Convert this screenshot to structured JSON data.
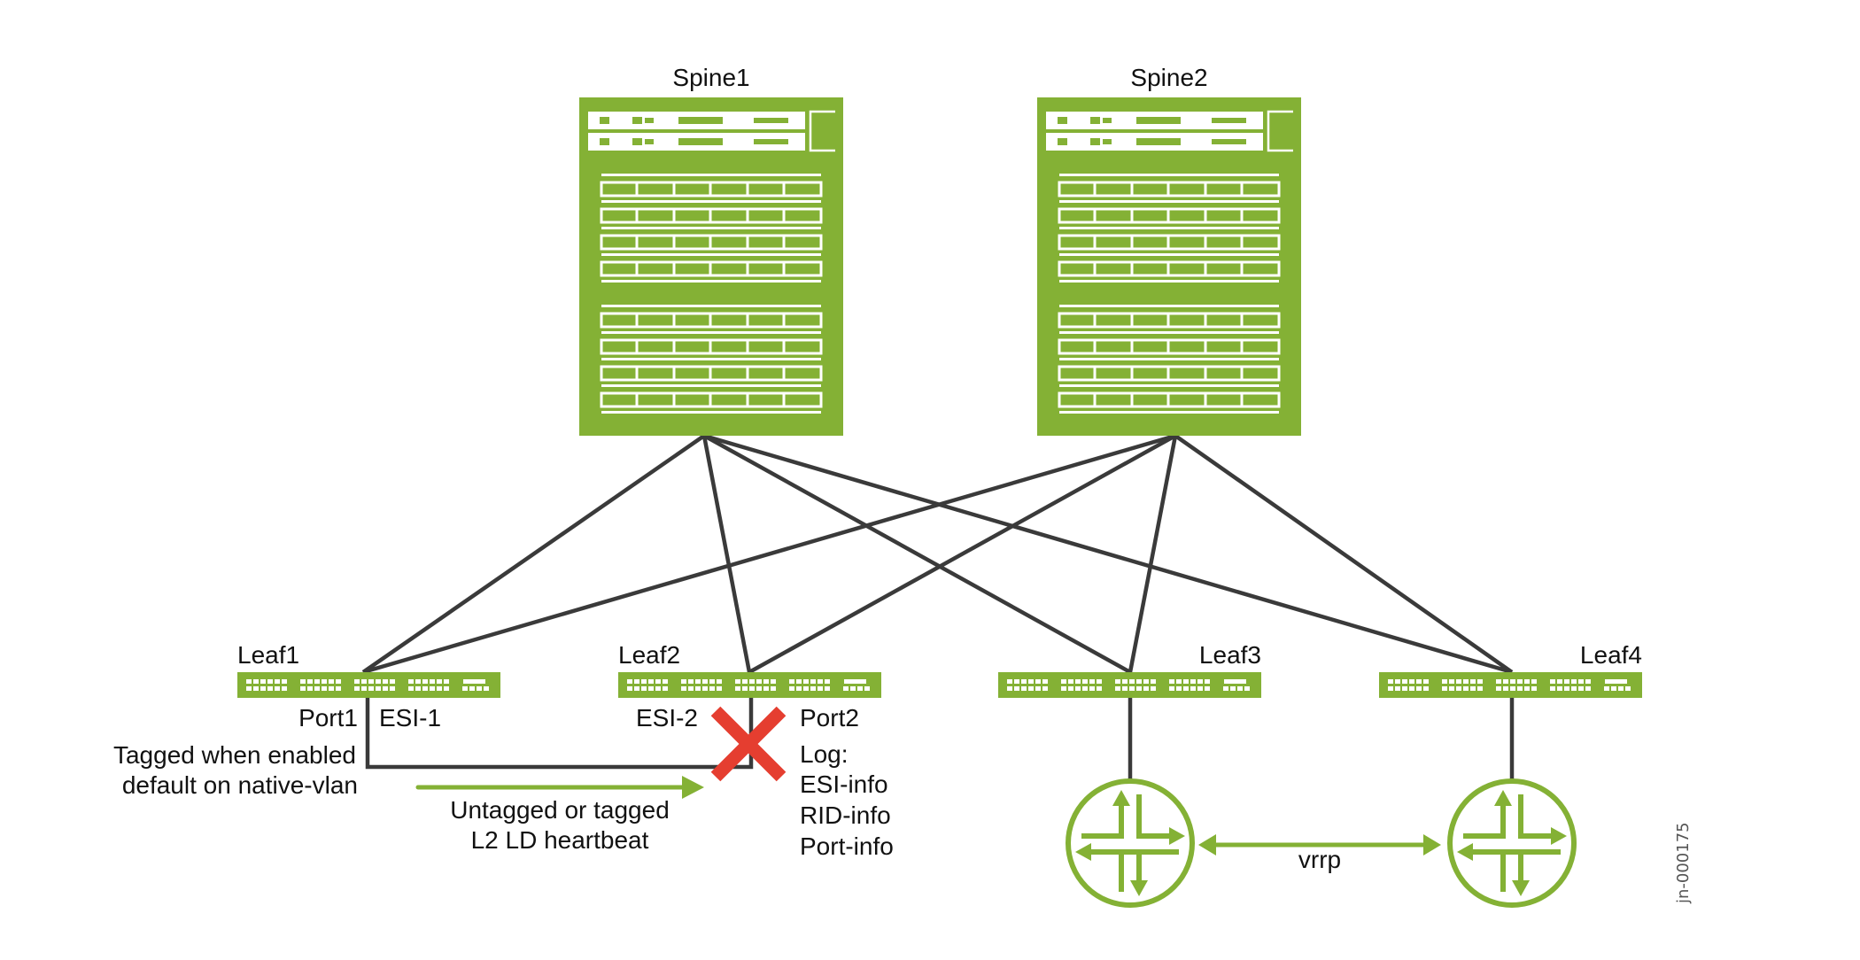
{
  "colors": {
    "device": "#84b135",
    "link": "#3a3a3a",
    "failure": "#e53e30",
    "annotation_arrow": "#84b135",
    "text": "#111111"
  },
  "spines": [
    {
      "id": "spine1",
      "label": "Spine1"
    },
    {
      "id": "spine2",
      "label": "Spine2"
    }
  ],
  "leaves": [
    {
      "id": "leaf1",
      "label": "Leaf1"
    },
    {
      "id": "leaf2",
      "label": "Leaf2"
    },
    {
      "id": "leaf3",
      "label": "Leaf3"
    },
    {
      "id": "leaf4",
      "label": "Leaf4"
    }
  ],
  "fabric_links": [
    [
      "spine1",
      "leaf1"
    ],
    [
      "spine1",
      "leaf2"
    ],
    [
      "spine1",
      "leaf3"
    ],
    [
      "spine1",
      "leaf4"
    ],
    [
      "spine2",
      "leaf1"
    ],
    [
      "spine2",
      "leaf2"
    ],
    [
      "spine2",
      "leaf3"
    ],
    [
      "spine2",
      "leaf4"
    ]
  ],
  "leaf1_annotations": {
    "port": "Port1",
    "esi": "ESI-1",
    "note_line1": "Tagged when enabled",
    "note_line2": "default on native-vlan"
  },
  "leaf2_annotations": {
    "esi": "ESI-2",
    "port": "Port2",
    "log_lines": [
      "Log:",
      "ESI-info",
      "RID-info",
      "Port-info"
    ]
  },
  "heartbeat": {
    "line1": "Untagged or tagged",
    "line2": "L2 LD heartbeat"
  },
  "routers": [
    {
      "id": "router1",
      "attached_to": "leaf3"
    },
    {
      "id": "router2",
      "attached_to": "leaf4"
    }
  ],
  "vrrp_label": "vrrp",
  "figure_id": "jn-000175"
}
